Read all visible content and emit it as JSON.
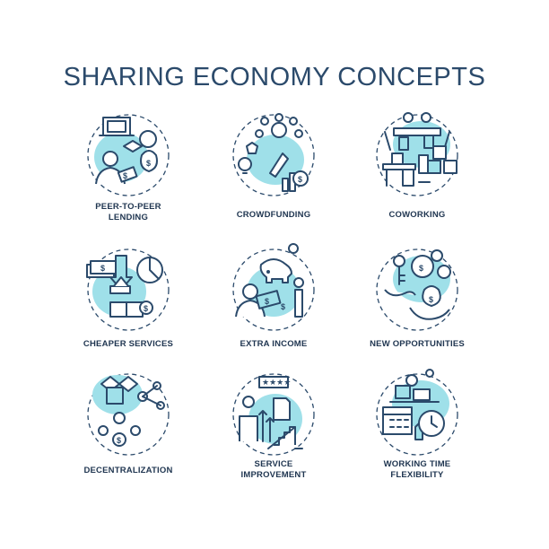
{
  "title": "SHARING ECONOMY CONCEPTS",
  "colors": {
    "accent": "#9fe0e9",
    "outline": "#2b4a6b",
    "text": "#1f3550"
  },
  "concepts": [
    {
      "icon": "peer-to-peer-lending-icon",
      "label_lines": [
        "PEER-TO-PEER",
        "LENDING"
      ]
    },
    {
      "icon": "crowdfunding-icon",
      "label_lines": [
        "CROWDFUNDING"
      ]
    },
    {
      "icon": "coworking-icon",
      "label_lines": [
        "COWORKING"
      ]
    },
    {
      "icon": "cheaper-services-icon",
      "label_lines": [
        "CHEAPER SERVICES"
      ]
    },
    {
      "icon": "extra-income-icon",
      "label_lines": [
        "EXTRA INCOME"
      ]
    },
    {
      "icon": "new-opportunities-icon",
      "label_lines": [
        "NEW OPPORTUNITIES"
      ]
    },
    {
      "icon": "decentralization-icon",
      "label_lines": [
        "DECENTRALIZATION"
      ]
    },
    {
      "icon": "service-improvement-icon",
      "label_lines": [
        "SERVICE",
        "IMPROVEMENT"
      ]
    },
    {
      "icon": "working-time-flexibility-icon",
      "label_lines": [
        "WORKING TIME",
        "FLEXIBILITY"
      ]
    }
  ]
}
